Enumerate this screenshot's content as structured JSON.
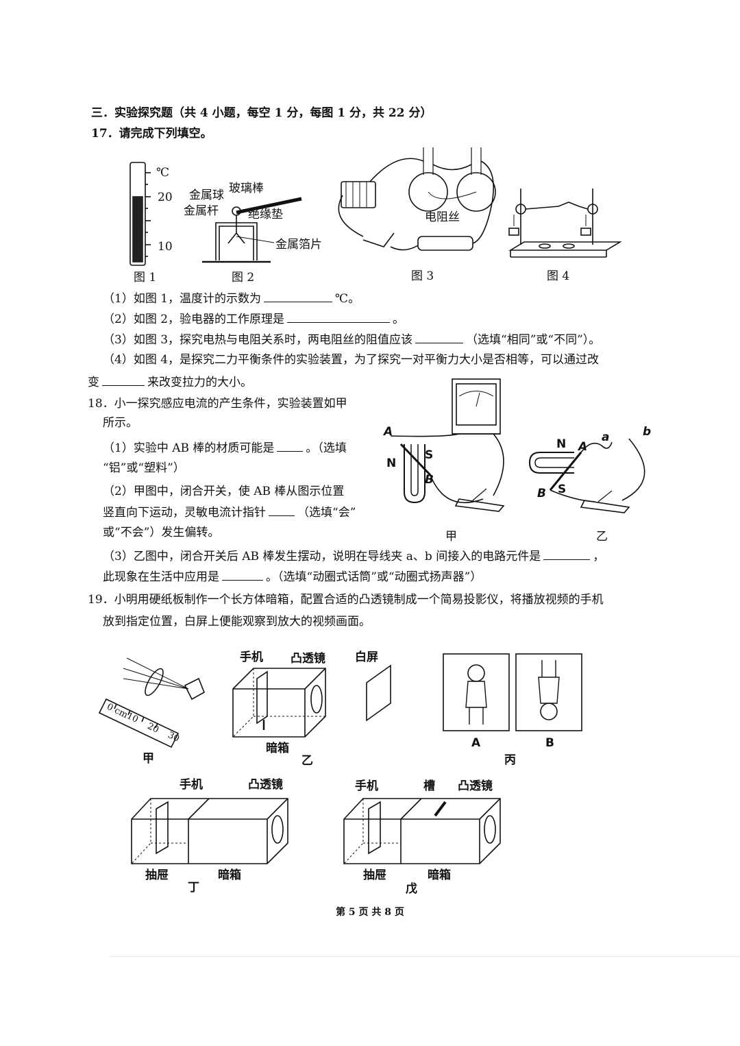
{
  "section": {
    "title": "三．实验探究题（共 4 小题，每空 1 分，每图 1 分，共 22 分）"
  },
  "q17": {
    "title": "17．请完成下列填空。",
    "fig1": {
      "caption": "图 1",
      "unit": "℃",
      "tick_high": "20",
      "tick_low": "10"
    },
    "fig2": {
      "caption": "图 2",
      "labels": [
        "金属球",
        "玻璃棒",
        "金属杆",
        "绝缘垫",
        "金属箔片"
      ]
    },
    "fig3": {
      "caption": "图 3",
      "label": "电阻丝"
    },
    "fig4": {
      "caption": "图 4"
    },
    "sub1": {
      "text": "（1）如图 1，温度计的示数为",
      "after": "℃。"
    },
    "sub2": {
      "text": "（2）如图 2，验电器的工作原理是",
      "after": "。"
    },
    "sub3": {
      "text": "（3）如图 3，探究电热与电阻关系时，两电阻丝的阻值应该",
      "after": "（选填“相同”或“不同”）。"
    },
    "sub4a": {
      "text": "（4）如图 4，是探究二力平衡条件的实验装置，为了探究一对平衡力大小是否相等，可以通过改"
    },
    "sub4b": {
      "text": "变",
      "after": "来改变拉力的大小。"
    }
  },
  "q18": {
    "line1": "18．小一探究感应电流的产生条件，实验装置如甲",
    "line2": "所示。",
    "line3": "（1）实验中 AB 棒的材质可能是",
    "line3b": "。（选填",
    "line4": "“铝”或“塑料”）",
    "line5": "（2）甲图中，闭合开关，使 AB 棒从图示位置",
    "line6": "竖直向下运动，灵敏电流计指针",
    "line6b": "（选填“会”",
    "line7": "或“不会”）发生偏转。",
    "line8": "（3）乙图中，闭合开关后 AB 棒发生摆动，说明在导线夹 a、b 间接入的电路元件是",
    "line8b": "，",
    "line9": "此现象在生活中应用是",
    "line9b": "。（选填“动圈式话筒”或“动圈式扬声器”）",
    "fig_jia": {
      "caption": "甲",
      "A": "A",
      "B": "B",
      "N": "N",
      "S": "S"
    },
    "fig_yi": {
      "caption": "乙",
      "A": "A",
      "B": "B",
      "N": "N",
      "S": "S",
      "a": "a",
      "b": "b"
    }
  },
  "q19": {
    "line1": "19．小明用硬纸板制作一个长方体暗箱，配置合适的凸透镜制成一个简易投影仪，将播放视频的手机",
    "line2": "放到指定位置，白屏上便能观察到放大的视频画面。",
    "fig_jia": {
      "caption": "甲",
      "ruler": [
        "0 cm",
        "10",
        "20",
        "30"
      ]
    },
    "fig_yi": {
      "caption": "乙",
      "phone": "手机",
      "lens": "凸透镜",
      "box": "暗箱"
    },
    "screen": {
      "label": "白屏"
    },
    "fig_bing": {
      "caption": "丙",
      "A": "A",
      "B": "B"
    },
    "fig_ding": {
      "caption": "丁",
      "phone": "手机",
      "lens": "凸透镜",
      "drawer": "抽屉",
      "box": "暗箱"
    },
    "fig_wu": {
      "caption": "戊",
      "phone": "手机",
      "slot": "槽",
      "lens": "凸透镜",
      "drawer": "抽屉",
      "box": "暗箱"
    }
  },
  "footer": "第 5 页 共 8 页"
}
